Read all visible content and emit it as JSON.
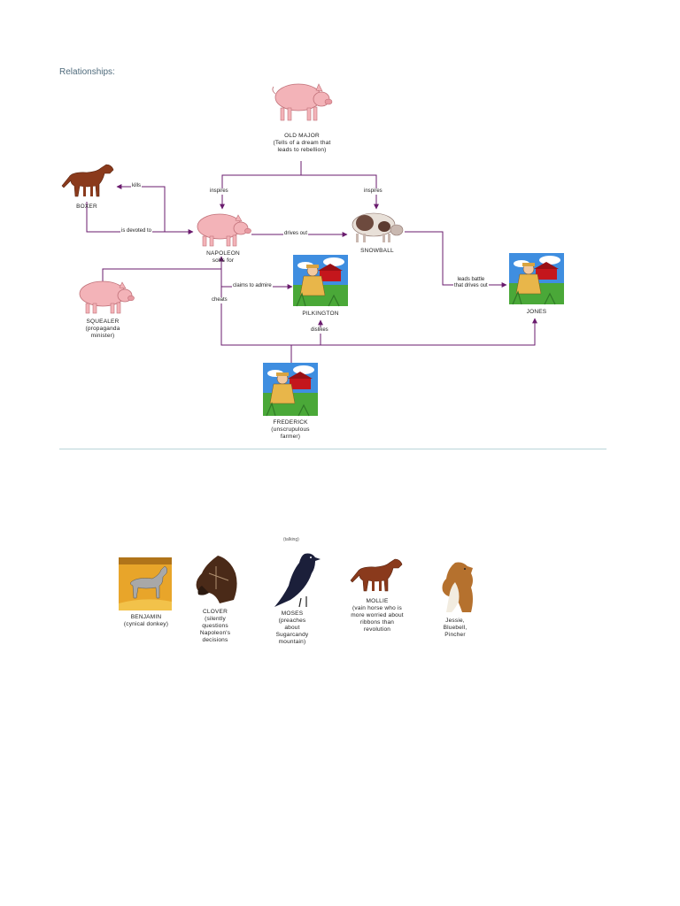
{
  "heading": "Relationships:",
  "characters": {
    "old_major": "OLD MAJOR\n(Tells of a dream that\nleads to rebellion)",
    "boxer": "BOXER",
    "napoleon": "NAPOLEON\nsolfs for",
    "snowball": "SNOWBALL",
    "squealer": "SQUEALER\n(propaganda\nminister)",
    "pilkington": "PILKINGTON",
    "jones": "JONES",
    "frederick": "FREDERICK\n(unscrupulous\nfarmer)",
    "benjamin": "BENJAMIN\n(cynical donkey)",
    "clover": "CLOVER\n(silently\nquestions\nNapoleon's\ndecisions",
    "moses": "MOSES\n(preaches\nabout\nSugarcandy\nmountain)",
    "mollie": "MOLLIE\n(vain horse who is\nmore worried about\nribbons than\nrevolution",
    "dogs": "Jessie,\nBluebell,\nPincher"
  },
  "relations": {
    "inspires_napoleon": "inspires",
    "inspires_snowball": "inspires",
    "kills": "kills",
    "devoted": "is devoted to",
    "drives_out": "drives out",
    "claims": "claims to admire",
    "cheats": "cheats",
    "dislikes": "dislikes",
    "leads_battle": "leads battle\nthat drives out"
  },
  "moses_top_note": "(talking)",
  "colors": {
    "arrow": "#6a1b6e",
    "pig": "#f3b3b8",
    "pig_outline": "#c07078",
    "horse": "#8a3a1c",
    "sky": "#3f8ee0",
    "grass": "#4aa838",
    "divider": "#b9d4d8"
  }
}
